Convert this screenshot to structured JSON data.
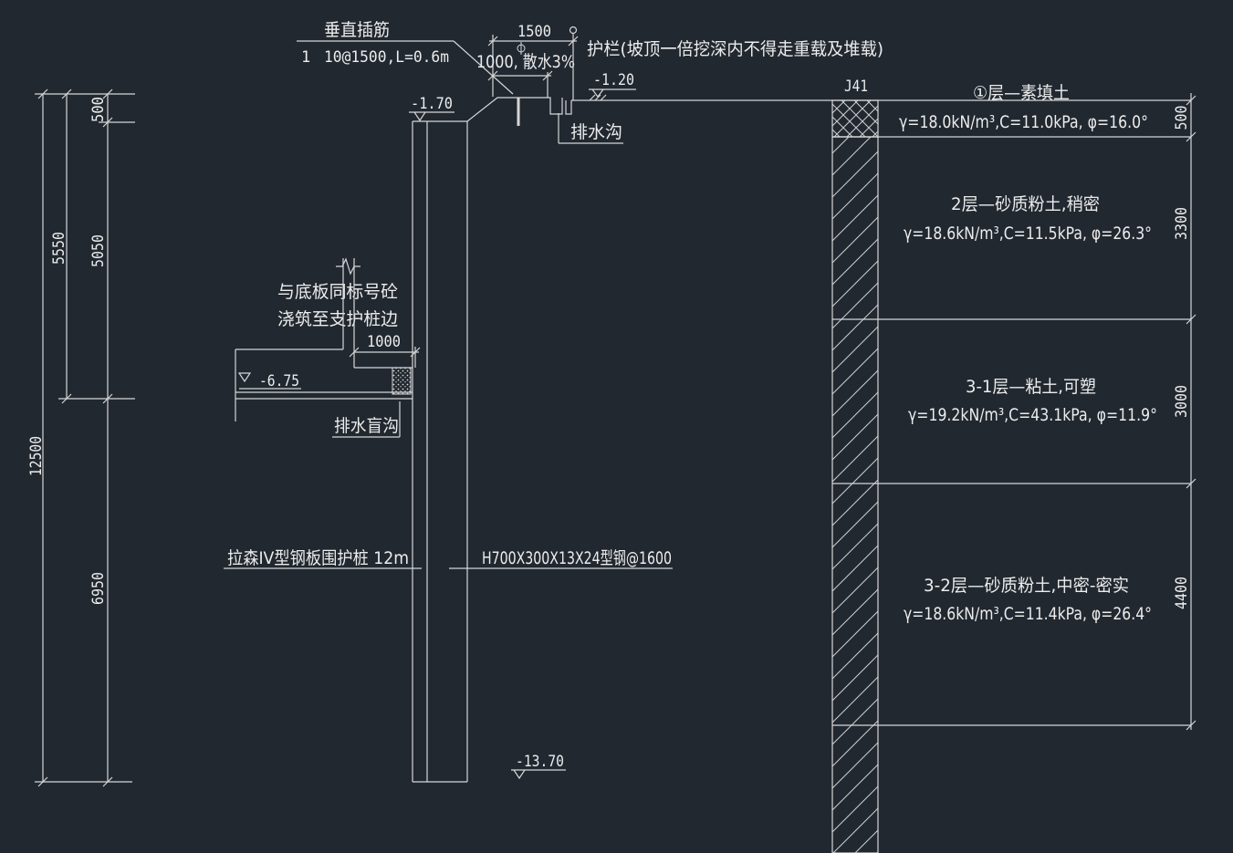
{
  "colors": {
    "background": "#212830",
    "line": "#d6d6d6",
    "text": "#ececec"
  },
  "top": {
    "rebar_title": "垂直插筋",
    "rebar_count": "1",
    "rebar_spec": "10@1500,L=0.6m",
    "crest_width": "1500",
    "apron": "1000, 散水3%",
    "railing_note": "护栏(坡顶一倍挖深内不得走重载及堆载)",
    "ground_level": "-1.20",
    "pile_top_level": "-1.70",
    "ditch_label": "排水沟"
  },
  "left_dims": {
    "d500": "500",
    "d5050": "5050",
    "d5550": "5550",
    "d6950": "6950",
    "d12500": "12500"
  },
  "excavation": {
    "fill_note_1": "与底板同标号砼",
    "fill_note_2": "浇筑至支护桩边",
    "fill_width": "1000",
    "bottom_level": "-6.75",
    "blind_drain": "排水盲沟",
    "pile_label": "拉森IV型钢板围护桩 12m",
    "waler_label": "H700X300X13X24型钢@1600",
    "toe_level": "-13.70"
  },
  "borehole": {
    "id": "J41",
    "layers": [
      {
        "name": "①层—素填土",
        "params": "γ=18.0kN/m³,C=11.0kPa, φ=16.0°",
        "thickness": "500"
      },
      {
        "name": "2层—砂质粉土,稍密",
        "params": "γ=18.6kN/m³,C=11.5kPa, φ=26.3°",
        "thickness": "3300"
      },
      {
        "name": "3-1层—粘土,可塑",
        "params": "γ=19.2kN/m³,C=43.1kPa, φ=11.9°",
        "thickness": "3000"
      },
      {
        "name": "3-2层—砂质粉土,中密-密实",
        "params": "γ=18.6kN/m³,C=11.4kPa, φ=26.4°",
        "thickness": "4400"
      }
    ]
  }
}
